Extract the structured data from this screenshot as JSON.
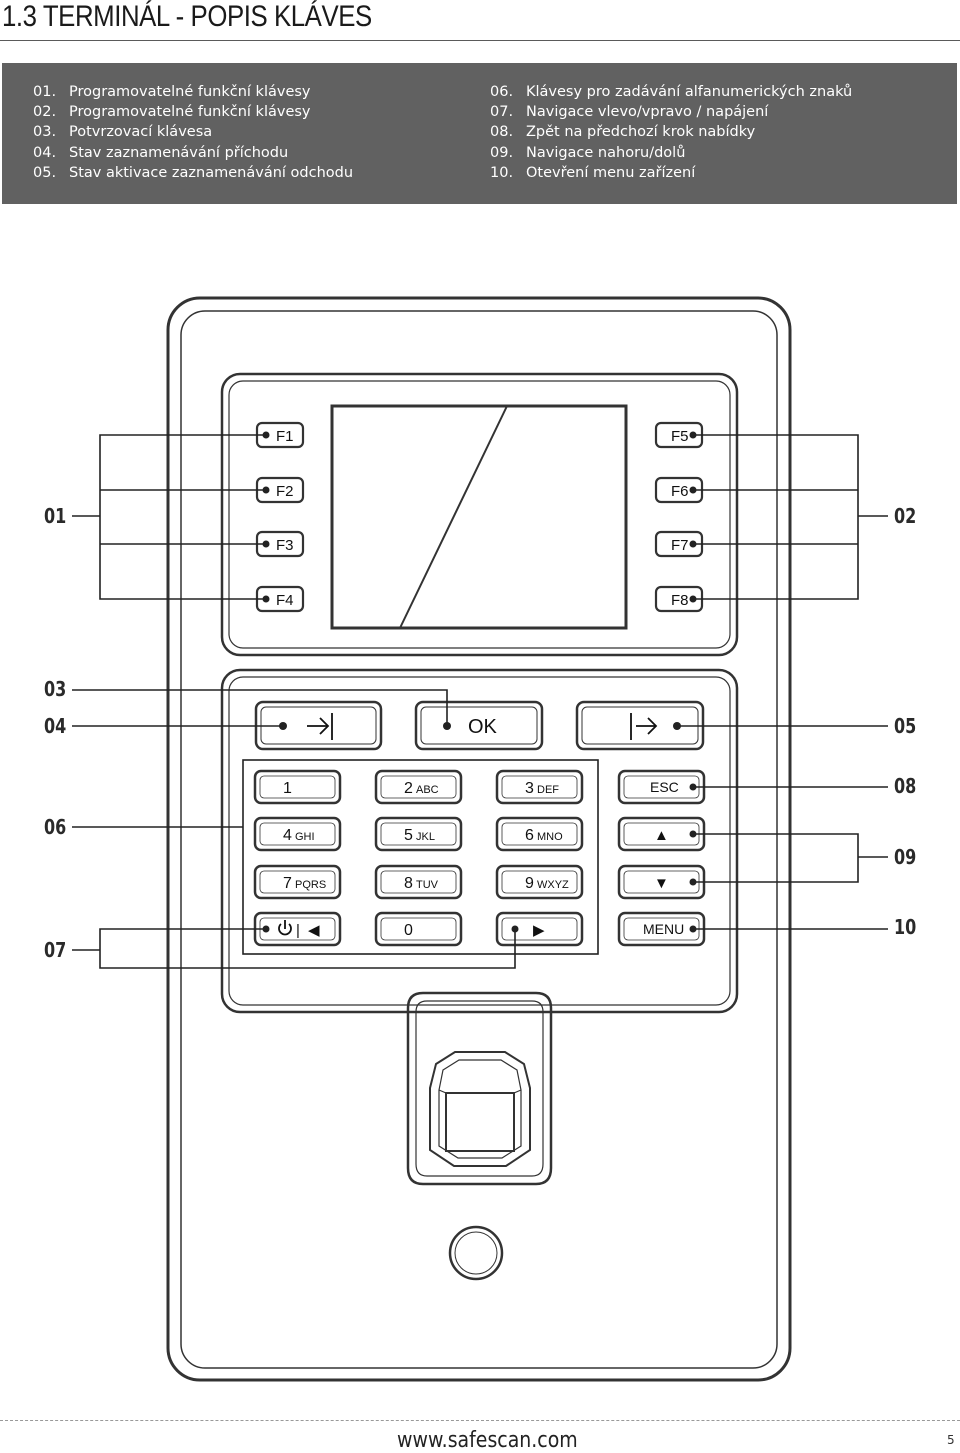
{
  "title": "1.3 TERMINÁL - POPIS KLÁVES",
  "legend": {
    "left": [
      {
        "num": "01.",
        "text": "Programovatelné funkční klávesy"
      },
      {
        "num": "02.",
        "text": "Programovatelné funkční klávesy"
      },
      {
        "num": "03.",
        "text": "Potvrzovací klávesa"
      },
      {
        "num": "04.",
        "text": "Stav zaznamenávání příchodu"
      },
      {
        "num": "05.",
        "text": "Stav aktivace zaznamenávání odchodu"
      }
    ],
    "right": [
      {
        "num": "06.",
        "text": "Klávesy pro zadávání alfanumerických znaků"
      },
      {
        "num": "07.",
        "text": "Navigace vlevo/vpravo / napájení"
      },
      {
        "num": "08.",
        "text": "Zpět na předchozí krok nabídky"
      },
      {
        "num": "09.",
        "text": "Navigace nahoru/dolů"
      },
      {
        "num": "10.",
        "text": "Otevření menu zařízení"
      }
    ]
  },
  "callouts": {
    "c01": "01",
    "c02": "02",
    "c03": "03",
    "c04": "04",
    "c05": "05",
    "c06": "06",
    "c07": "07",
    "c08": "08",
    "c09": "09",
    "c10": "10"
  },
  "keys": {
    "f1": "F1",
    "f2": "F2",
    "f3": "F3",
    "f4": "F4",
    "f5": "F5",
    "f6": "F6",
    "f7": "F7",
    "f8": "F8",
    "ok": "OK",
    "k1": {
      "digit": "1",
      "letters": ""
    },
    "k2": {
      "digit": "2",
      "letters": "ABC"
    },
    "k3": {
      "digit": "3",
      "letters": "DEF"
    },
    "k4": {
      "digit": "4",
      "letters": "GHI"
    },
    "k5": {
      "digit": "5",
      "letters": "JKL"
    },
    "k6": {
      "digit": "6",
      "letters": "MNO"
    },
    "k7": {
      "digit": "7",
      "letters": "PQRS"
    },
    "k8": {
      "digit": "8",
      "letters": "TUV"
    },
    "k9": {
      "digit": "9",
      "letters": "WXYZ"
    },
    "k0": "0",
    "esc": "ESC",
    "menu": "MENU",
    "up": "▲",
    "down": "▼",
    "left": "◀",
    "right": "▶",
    "power_sep": "|"
  },
  "icons": {
    "checkin": "enter-arrow-icon",
    "checkout": "exit-arrow-icon",
    "power": "power-icon"
  },
  "footer": {
    "url": "www.safescan.com",
    "page": "5"
  }
}
